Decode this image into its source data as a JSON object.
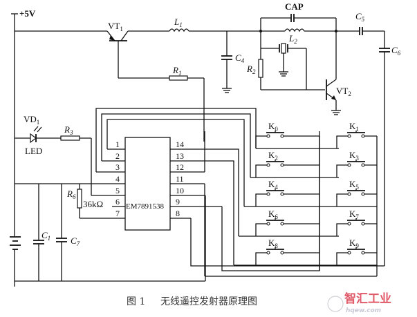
{
  "figure": {
    "caption_number": "图 1",
    "caption_title": "无线遥控发射器原理图",
    "watermark": {
      "brand": "智汇工业",
      "subtext": "hqew.com",
      "color": "#e05a6a"
    }
  },
  "power": {
    "supply_label": "+5V"
  },
  "components": {
    "vt1": {
      "name": "VT",
      "sub": "1",
      "type": "transistor"
    },
    "vt2": {
      "name": "VT",
      "sub": "2",
      "type": "transistor"
    },
    "l1": {
      "name": "L",
      "sub": "1",
      "type": "inductor"
    },
    "l2": {
      "name": "L",
      "sub": "2",
      "type": "inductor"
    },
    "cap": {
      "name": "CAP",
      "type": "capacitor"
    },
    "c1": {
      "name": "C",
      "sub": "1"
    },
    "c4": {
      "name": "C",
      "sub": "4"
    },
    "c5": {
      "name": "C",
      "sub": "5"
    },
    "c6": {
      "name": "C",
      "sub": "6"
    },
    "c7": {
      "name": "C",
      "sub": "7"
    },
    "r1": {
      "name": "R",
      "sub": "1"
    },
    "r2": {
      "name": "R",
      "sub": "2"
    },
    "r3": {
      "name": "R",
      "sub": "3"
    },
    "r6": {
      "name": "R",
      "sub": "6",
      "value": "36kΩ"
    },
    "vd1": {
      "name": "VD",
      "sub": "1",
      "caption": "LED"
    }
  },
  "ic": {
    "part": "EM7891538",
    "left_pins": [
      "1",
      "2",
      "3",
      "4",
      "5",
      "6",
      "7"
    ],
    "right_pins": [
      "14",
      "13",
      "12",
      "11",
      "10",
      "9",
      "8"
    ]
  },
  "keypad": {
    "keys": [
      {
        "name": "K",
        "sub": "0"
      },
      {
        "name": "K",
        "sub": "1"
      },
      {
        "name": "K",
        "sub": "2"
      },
      {
        "name": "K",
        "sub": "3"
      },
      {
        "name": "K",
        "sub": "4"
      },
      {
        "name": "K",
        "sub": "5"
      },
      {
        "name": "K",
        "sub": "6"
      },
      {
        "name": "K",
        "sub": "7"
      },
      {
        "name": "K",
        "sub": "8"
      },
      {
        "name": "K",
        "sub": "9"
      }
    ]
  }
}
